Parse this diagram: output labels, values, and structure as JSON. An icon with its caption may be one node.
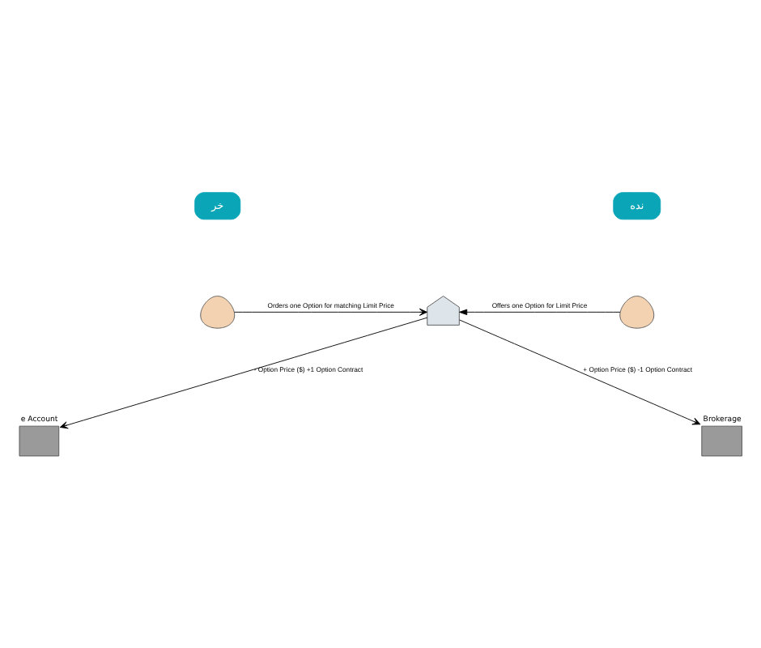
{
  "diagram": {
    "nodes": [
      {
        "text": [
          "خر"
        ]
      },
      {
        "text": [
          "نده"
        ]
      },
      {
        "text": [],
        "shape": "person"
      },
      {
        "text": [],
        "shape": "box"
      },
      {
        "text": [],
        "shape": "person"
      },
      {
        "text": [],
        "shape": "box",
        "beside": [
          "e Account"
        ]
      },
      {
        "text": [],
        "shape": "box",
        "beside": [
          "Brokerage"
        ]
      }
    ],
    "edges": [
      {
        "from": 2,
        "to": 3,
        "arrow": "to",
        "label": "Orders one Option for matching Limit Price"
      },
      {
        "from": 4,
        "to": 3,
        "arrow": "to",
        "label": "Offers one Option for Limit Price"
      },
      {
        "from": 3,
        "to": 5,
        "arrow": "to",
        "label": "- Option Price ($) +1 Option Contract"
      },
      {
        "from": 3,
        "to": 6,
        "arrow": "to",
        "label": "+ Option Price ($) -1 Option Contract"
      }
    ]
  }
}
